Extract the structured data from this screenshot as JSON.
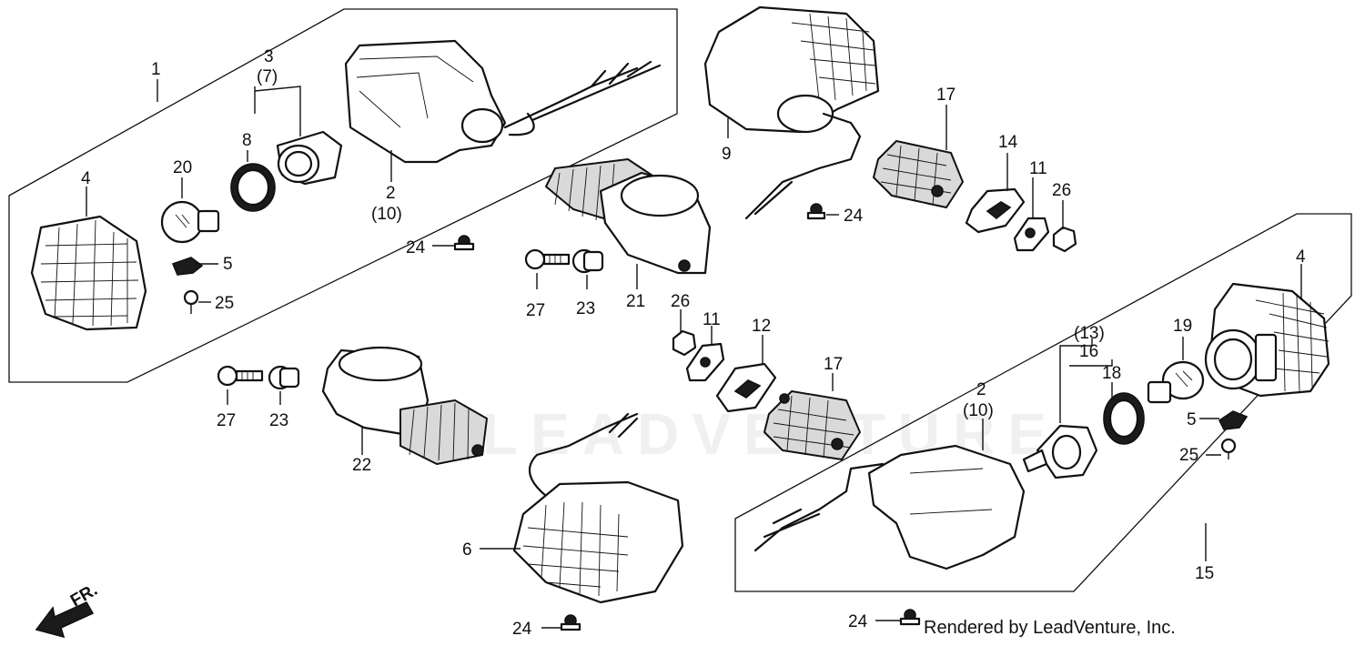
{
  "diagram": {
    "callouts": {
      "c1": "1",
      "c3": "3",
      "c7": "(7)",
      "c8": "8",
      "c20": "20",
      "c4a": "4",
      "c5a": "5",
      "c25a": "25",
      "c2a": "2",
      "c10a": "(10)",
      "c24a": "24",
      "c9": "9",
      "c17a": "17",
      "c14": "14",
      "c11a": "11",
      "c26a": "26",
      "c24b": "24",
      "c27a": "27",
      "c23a": "23",
      "c21": "21",
      "c26b": "26",
      "c11b": "11",
      "c12": "12",
      "c17b": "17",
      "c27b": "27",
      "c23b": "23",
      "c22": "22",
      "c6": "6",
      "c24c": "24",
      "c13": "(13)",
      "c16": "16",
      "c18": "18",
      "c19": "19",
      "c4b": "4",
      "c5b": "5",
      "c25b": "25",
      "c2b": "2",
      "c10b": "(10)",
      "c15": "15",
      "c24d": "24",
      "fr": "FR."
    },
    "watermark": "LEADVENTURE",
    "credit": "Rendered by LeadVenture, Inc."
  }
}
